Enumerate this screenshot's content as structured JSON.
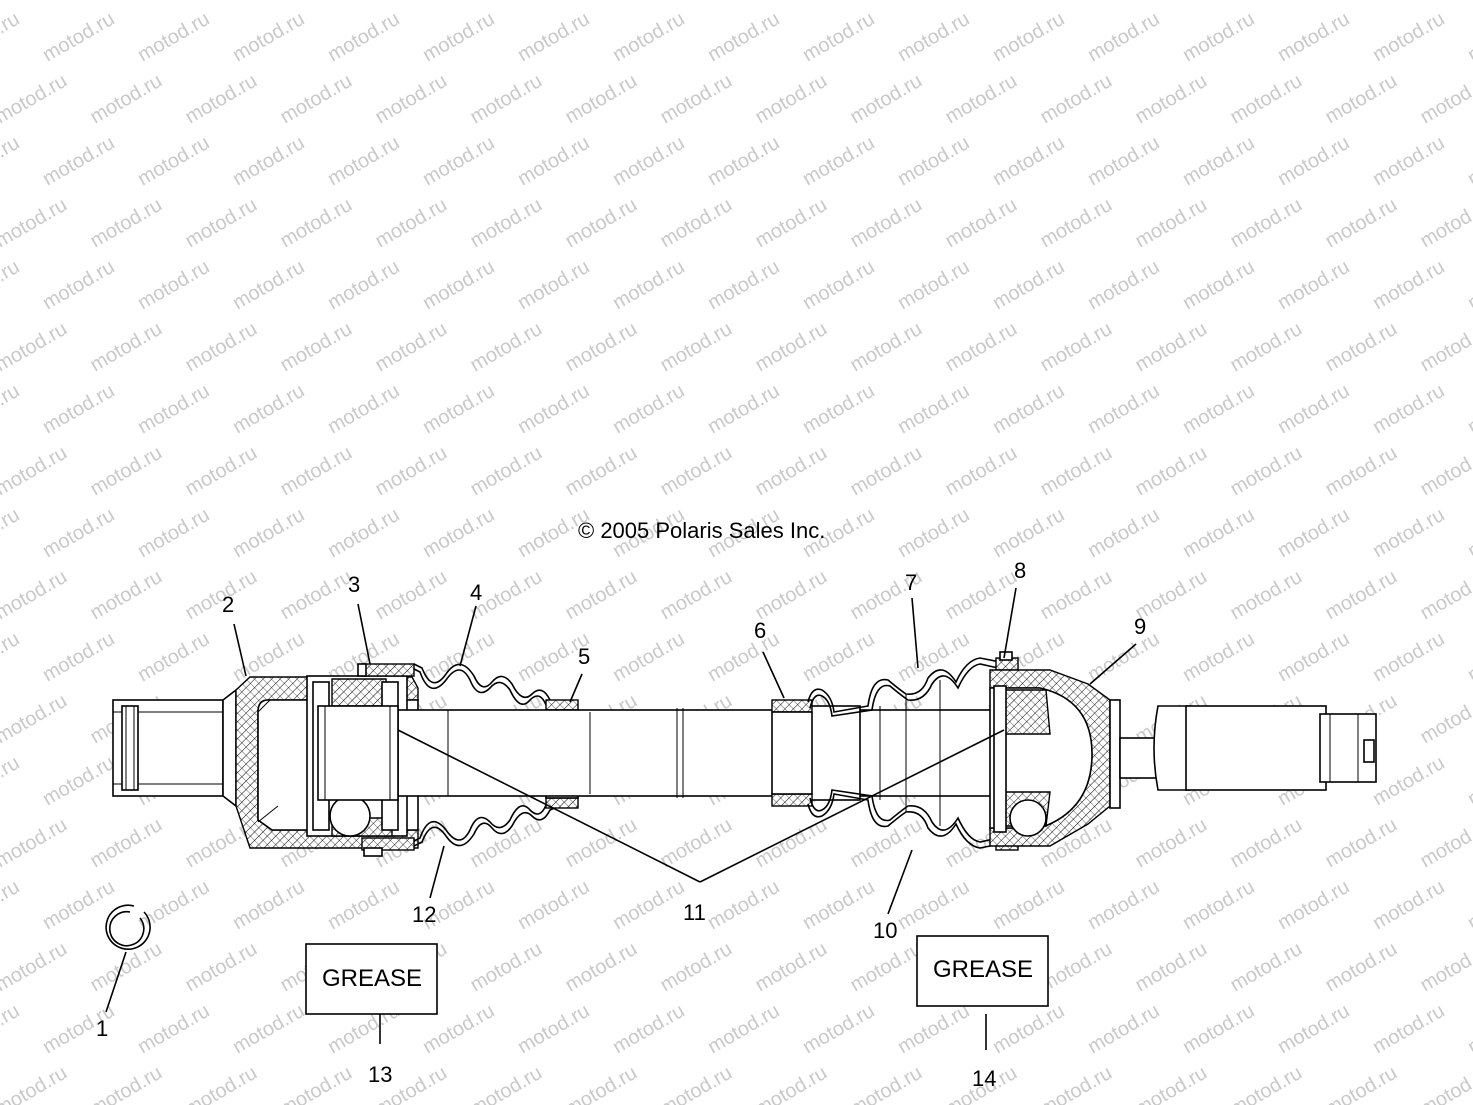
{
  "watermark": {
    "text": "motod.ru",
    "color": "#c9c9c9"
  },
  "copyright": "© 2005 Polaris Sales Inc.",
  "callouts": {
    "c1": "1",
    "c2": "2",
    "c3": "3",
    "c4": "4",
    "c5": "5",
    "c6": "6",
    "c7": "7",
    "c8": "8",
    "c9": "9",
    "c10": "10",
    "c11": "11",
    "c12": "12",
    "c13": "13",
    "c14": "14"
  },
  "grease_left": "GREASE",
  "grease_right": "GREASE"
}
